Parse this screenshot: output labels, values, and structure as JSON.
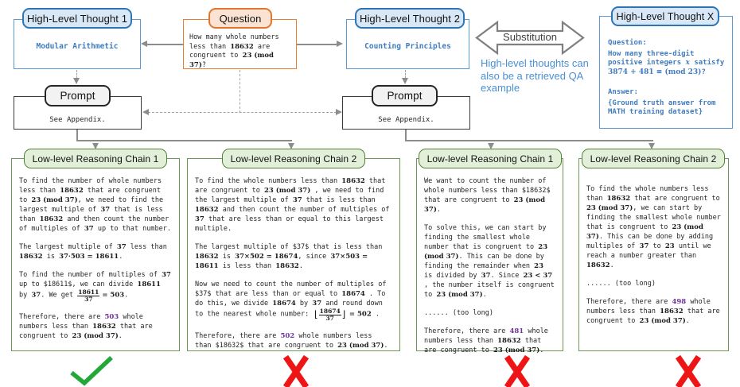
{
  "top": {
    "hlt1": {
      "title": "High-Level Thought 1",
      "body": "Modular Arithmetic"
    },
    "question": {
      "title": "Question",
      "body": [
        [
          "p",
          "How many whole numbers less than "
        ],
        [
          "b",
          "18632"
        ],
        [
          "p",
          " are congruent to "
        ],
        [
          "b",
          "23 (mod 37)"
        ],
        [
          "p",
          "?"
        ]
      ]
    },
    "hlt2": {
      "title": "High-Level Thought 2",
      "body": "Counting Principles"
    },
    "substitution": {
      "label": "Substitution",
      "caption": "High-level thoughts can also be a retrieved QA example"
    },
    "hltx": {
      "title": "High-Level Thought X",
      "paragraphs": [
        [
          [
            "bp",
            "Question:"
          ]
        ],
        [
          [
            "bp",
            "How many three-digit positive integers "
          ],
          [
            "bi",
            "x"
          ],
          [
            "bp",
            " satisfy "
          ],
          [
            "bm",
            "3874 + 481 ≡ (mod 23)"
          ],
          [
            "bp",
            "?"
          ]
        ],
        [],
        [
          [
            "bp",
            "Answer:"
          ]
        ],
        [
          [
            "bp",
            "{Ground truth answer from MATH training dataset}"
          ]
        ]
      ]
    }
  },
  "prompts": [
    {
      "title": "Prompt",
      "body": "See Appendix."
    },
    {
      "title": "Prompt",
      "body": "See Appendix."
    }
  ],
  "chains": [
    {
      "title": "Low-level Reasoning Chain 1",
      "verdict": "correct",
      "paragraphs": [
        [
          [
            "p",
            "To find the number of whole numbers less than "
          ],
          [
            "b",
            "18632"
          ],
          [
            "p",
            " that are congruent to "
          ],
          [
            "b",
            "23 (mod 37)"
          ],
          [
            "p",
            ", we need to find the largest multiple of "
          ],
          [
            "b",
            "37"
          ],
          [
            "p",
            " that is less than "
          ],
          [
            "b",
            "18632"
          ],
          [
            "p",
            " and then count the number of multiples of "
          ],
          [
            "b",
            "37"
          ],
          [
            "p",
            " up to that number."
          ]
        ],
        [
          [
            "p",
            "The largest multiple of "
          ],
          [
            "b",
            "37"
          ],
          [
            "p",
            " less than "
          ],
          [
            "b",
            "18632"
          ],
          [
            "p",
            " is "
          ],
          [
            "b",
            "37·503 = 18611"
          ],
          [
            "p",
            "."
          ]
        ],
        [
          [
            "p",
            "To find the number of multiples of "
          ],
          [
            "b",
            "37"
          ],
          [
            "p",
            " up to $18611$, we can divide "
          ],
          [
            "b",
            "18611"
          ],
          [
            "p",
            " by "
          ],
          [
            "b",
            "37"
          ],
          [
            "p",
            ". We get "
          ],
          [
            "f",
            "18611/37"
          ],
          [
            "b",
            " = 503"
          ],
          [
            "p",
            "."
          ]
        ],
        [
          [
            "p",
            "Therefore, there are "
          ],
          [
            "v",
            "503"
          ],
          [
            "p",
            " whole numbers less than "
          ],
          [
            "b",
            "18632"
          ],
          [
            "p",
            " that are congruent to "
          ],
          [
            "b",
            "23 (mod 37)"
          ],
          [
            "p",
            "."
          ]
        ]
      ]
    },
    {
      "title": "Low-level Reasoning Chain 2",
      "verdict": "incorrect",
      "paragraphs": [
        [
          [
            "p",
            "To find the whole numbers less than "
          ],
          [
            "b",
            "18632"
          ],
          [
            "p",
            " that are congruent to "
          ],
          [
            "b",
            "23 (mod 37)"
          ],
          [
            "p",
            " , we need to find the largest multiple of "
          ],
          [
            "b",
            "37"
          ],
          [
            "p",
            " that is less than "
          ],
          [
            "b",
            "18632"
          ],
          [
            "p",
            " and then count the number of multiples of "
          ],
          [
            "b",
            "37"
          ],
          [
            "p",
            " that are less than or equal to this largest multiple."
          ]
        ],
        [
          [
            "p",
            "The largest multiple of $37$ that is less than "
          ],
          [
            "b",
            "18632"
          ],
          [
            "p",
            " is "
          ],
          [
            "b",
            "37×502 = 18674"
          ],
          [
            "p",
            ", since "
          ],
          [
            "b",
            "37×503 = 18611"
          ],
          [
            "p",
            " is less than "
          ],
          [
            "b",
            "18632"
          ],
          [
            "p",
            "."
          ]
        ],
        [
          [
            "p",
            "Now we need to count the number of multiples of $37$ that are less than or equal to "
          ],
          [
            "b",
            "18674"
          ],
          [
            "p",
            " . To do this, we divide "
          ],
          [
            "b",
            "18674"
          ],
          [
            "p",
            " by "
          ],
          [
            "b",
            "37"
          ],
          [
            "p",
            " and round down to the nearest whole number: "
          ],
          [
            "fl",
            "⌊"
          ],
          [
            "f",
            "18674/37"
          ],
          [
            "fr",
            "⌋"
          ],
          [
            "b",
            " = 502"
          ],
          [
            "p",
            " ."
          ]
        ],
        [
          [
            "p",
            "Therefore, there are "
          ],
          [
            "v",
            "502"
          ],
          [
            "p",
            " whole numbers less than $18632$ that are congruent to "
          ],
          [
            "b",
            "23 (mod 37)"
          ],
          [
            "p",
            "."
          ]
        ]
      ]
    },
    {
      "title": "Low-level Reasoning Chain 1",
      "verdict": "incorrect",
      "paragraphs": [
        [
          [
            "p",
            "We want to count the number of whole numbers less than $18632$ that are congruent to "
          ],
          [
            "b",
            "23 (mod 37)"
          ],
          [
            "p",
            "."
          ]
        ],
        [
          [
            "p",
            "To solve this, we can start by finding the smallest whole number that is congruent to "
          ],
          [
            "b",
            "23 (mod 37)"
          ],
          [
            "p",
            ". This can be done by finding the remainder when "
          ],
          [
            "b",
            "23"
          ],
          [
            "p",
            " is divided by "
          ],
          [
            "b",
            "37"
          ],
          [
            "p",
            ". Since "
          ],
          [
            "b",
            "23 < 37"
          ],
          [
            "p",
            " , the number itself is congruent to "
          ],
          [
            "b",
            "23 (mod 37)"
          ],
          [
            "p",
            "."
          ]
        ],
        [
          [
            "p",
            "...... (too long)"
          ]
        ],
        [
          [
            "p",
            "Therefore, there are "
          ],
          [
            "v",
            "481"
          ],
          [
            "p",
            " whole numbers less than "
          ],
          [
            "b",
            "18632"
          ],
          [
            "p",
            " that are congruent to "
          ],
          [
            "b",
            "23 (mod 37)"
          ],
          [
            "p",
            "."
          ]
        ]
      ]
    },
    {
      "title": "Low-level Reasoning Chain 2",
      "verdict": "incorrect",
      "paragraphs": [
        [
          [
            "p",
            "To find the whole numbers less than "
          ],
          [
            "b",
            "18632"
          ],
          [
            "p",
            " that are congruent to "
          ],
          [
            "b",
            "23 (mod 37)"
          ],
          [
            "p",
            ", we can start by finding the smallest whole number that is congruent to "
          ],
          [
            "b",
            "23 (mod 37)"
          ],
          [
            "p",
            ". This can be done by adding multiples of "
          ],
          [
            "b",
            "37"
          ],
          [
            "p",
            " to "
          ],
          [
            "b",
            "23"
          ],
          [
            "p",
            " until we reach a number greater than "
          ],
          [
            "b",
            "18632"
          ],
          [
            "p",
            "."
          ]
        ],
        [
          [
            "p",
            "...... (too long)"
          ]
        ],
        [
          [
            "p",
            "Therefore, there are "
          ],
          [
            "v",
            "498"
          ],
          [
            "p",
            " whole numbers less than "
          ],
          [
            "b",
            "18632"
          ],
          [
            "p",
            " that are congruent to "
          ],
          [
            "b",
            "23 (mod 37)"
          ],
          [
            "p",
            "."
          ]
        ]
      ]
    }
  ],
  "colors": {
    "blue_border": "#2e75b6",
    "blue_fill": "#d9e8f7",
    "blue_text": "#3f7cc0",
    "orange_border": "#ed7d31",
    "orange_fill": "#fbe3d3",
    "green_border": "#538135",
    "green_fill": "#e2efd9",
    "purple_answer": "#7030a0",
    "check_green": "#22a839",
    "cross_red": "#ed1515",
    "connector_gray": "#8c8c8c"
  }
}
